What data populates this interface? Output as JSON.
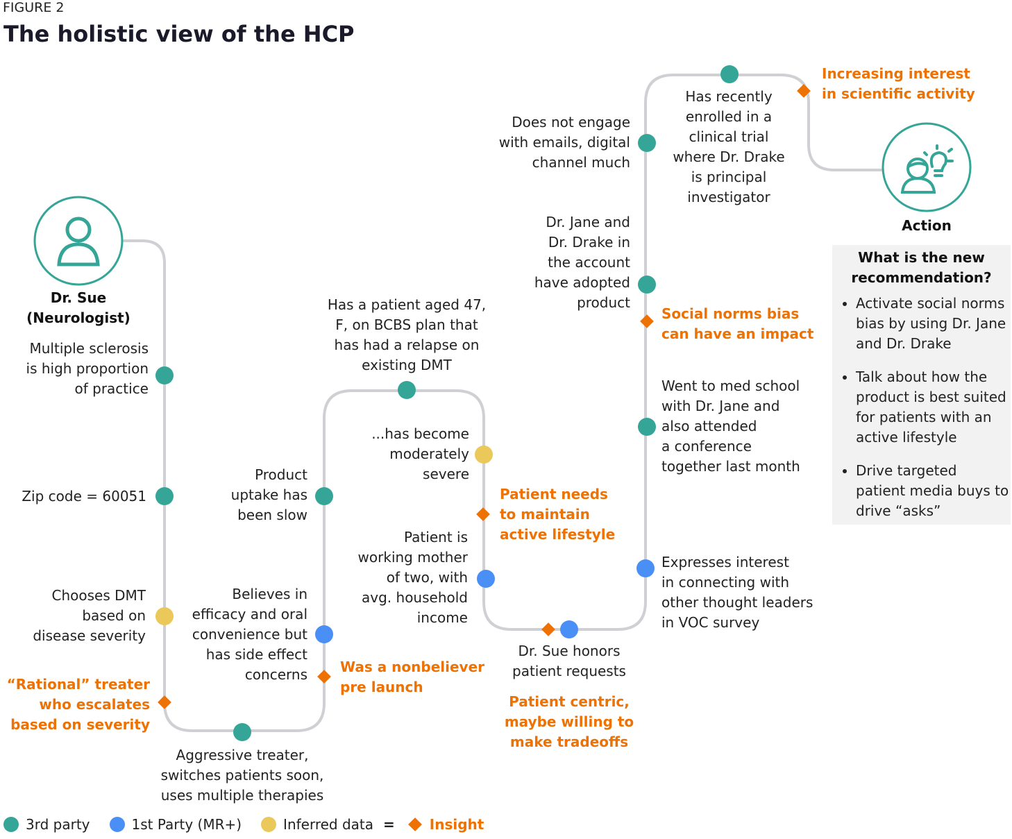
{
  "figure_label": "FIGURE 2",
  "title": "The holistic view of the HCP",
  "colors": {
    "third_party": "#35a597",
    "first_party": "#4a8ff5",
    "inferred": "#eac85a",
    "insight": "#ee7203",
    "path": "#d0d0d4"
  },
  "start": {
    "name": "Dr. Sue\n(Neurologist)",
    "icon": "person-icon"
  },
  "end": {
    "name": "Action",
    "icon": "person-lightbulb-icon"
  },
  "nodes": {
    "ms": "Multiple sclerosis\nis high proportion\nof practice",
    "zip": "Zip code = 60051",
    "dmt": "Chooses DMT\nbased on\ndisease severity",
    "rational": "“Rational” treater\nwho escalates\nbased on severity",
    "aggressive": "Aggressive treater,\nswitches patients soon,\nuses multiple therapies",
    "uptake": "Product\nuptake has\nbeen slow",
    "believes": "Believes in\nefficacy and oral\nconvenience but\nhas side effect\nconcerns",
    "nonbeliever": "Was a nonbeliever\npre launch",
    "patient47": "Has a patient aged 47,\nF, on BCBS plan that\nhas had a relapse on\nexisting DMT",
    "severe": "...has become\nmoderately\nsevere",
    "lifestyle": "Patient needs\nto maintain\nactive lifestyle",
    "mother": "Patient is\nworking mother\nof two, with\navg. household\nincome",
    "honors": "Dr. Sue honors\npatient requests",
    "centric": "Patient centric,\nmaybe willing to\nmake tradeoffs",
    "emails": "Does not engage\nwith emails, digital\nchannel much",
    "adopted": "Dr. Jane and\nDr. Drake in\nthe account\nhave adopted\nproduct",
    "trial": "Has recently\nenrolled in a\nclinical trial\nwhere Dr. Drake\nis principal\ninvestigator",
    "scientific": "Increasing interest\nin scientific activity",
    "social": "Social norms bias\ncan have an impact",
    "medschool": "Went to med school\nwith Dr. Jane and\nalso attended\na conference\ntogether last month",
    "voc": "Expresses interest\nin connecting with\nother thought leaders\nin VOC survey"
  },
  "recommendation": {
    "heading": "What is the new recommendation?",
    "items": [
      "Activate social norms bias by using Dr. Jane and Dr. Drake",
      "Talk about how the product is best suited for patients with an active lifestyle",
      "Drive targeted patient media buys to drive “asks”"
    ]
  },
  "legend": {
    "third_party": "3rd party",
    "first_party": "1st Party (MR+)",
    "inferred": "Inferred data",
    "equals": "=",
    "insight": "Insight"
  }
}
